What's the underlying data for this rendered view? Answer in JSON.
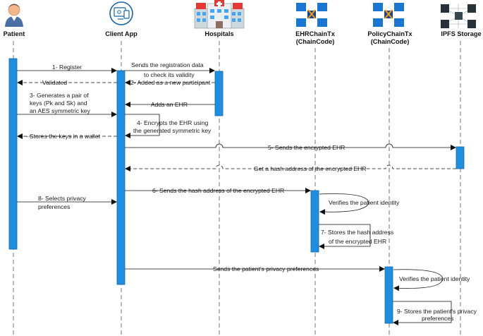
{
  "participants": {
    "patient": "Patient",
    "client_app": "Client App",
    "hospitals": "Hospitals",
    "ehr_chain_line1": "EHRChainTx",
    "ehr_chain_line2": "(ChainCode)",
    "policy_chain_line1": "PolicyChainTx",
    "policy_chain_line2": "(ChainCode)",
    "ipfs": "IPFS Storage"
  },
  "messages": {
    "register": "1- Register",
    "sends_registration_1": "Sends the registration data",
    "sends_registration_2": "to check its validity",
    "added_participant": "2- Added as a new participant",
    "validated": "Validated",
    "generates_1": "3- Generates a pair of",
    "generates_2": "keys (Pk and Sk) and",
    "generates_3": "an AES symmetric key",
    "adds_ehr": "Adds an EHR",
    "encrypts_1": "4- Encrypts the EHR using",
    "encrypts_2": "the generated symmetric key",
    "stores_keys": "Stores the keys in a wallet",
    "sends_encrypted": "5- Sends the encrypted EHR",
    "get_hash": "Get a hash address of the encrypted EHR",
    "selects_privacy_1": "8- Selects privacy",
    "selects_privacy_2": "preferences",
    "sends_hash": "6- Sends the hash address of the encrypted EHR",
    "verifies_1": "Verifies the patient identity",
    "stores_hash_1": "7- Stores the hash address",
    "stores_hash_2": "of the encrypted EHR",
    "sends_privacy": "Sends the patient's privacy preferences",
    "verifies_2": "Verifies the patient identity",
    "stores_privacy_1": "9- Stores the patient's privacy",
    "stores_privacy_2": "preferences"
  },
  "colors": {
    "activation": "#1e8fe0",
    "hospital_red": "#e53935",
    "block_blue": "#1976d2",
    "ipfs_dark": "#263238"
  }
}
